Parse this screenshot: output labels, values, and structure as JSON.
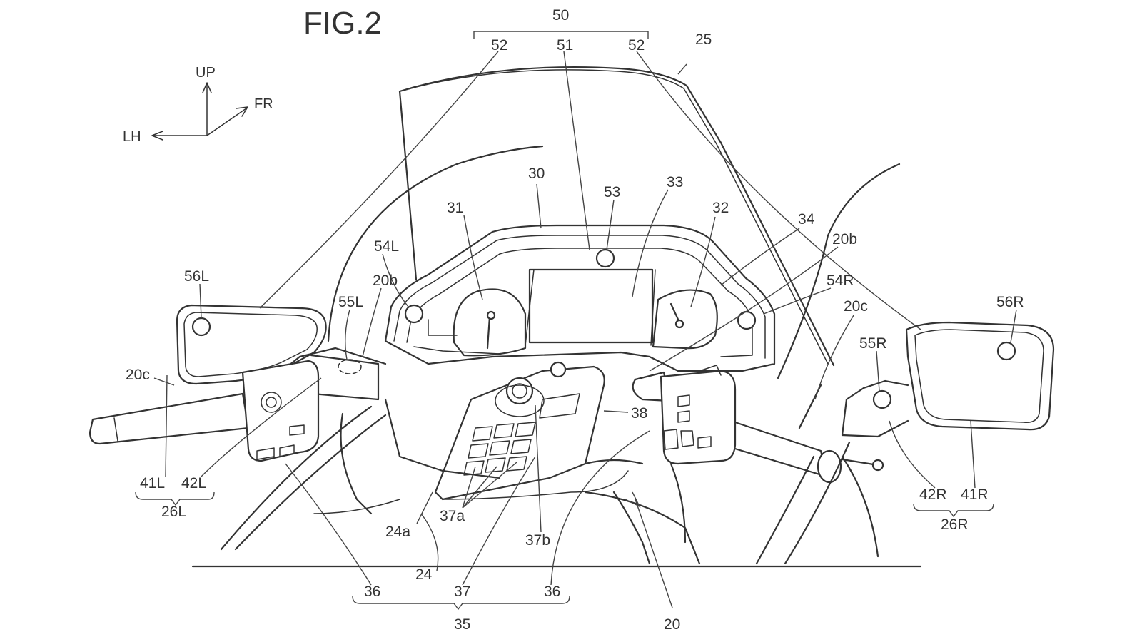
{
  "figure": {
    "title": "FIG.2"
  },
  "directions": {
    "up": "UP",
    "front": "FR",
    "left": "LH"
  },
  "labels": {
    "l50": "50",
    "l52a": "52",
    "l51": "51",
    "l52b": "52",
    "l25": "25",
    "l30": "30",
    "l53": "53",
    "l33": "33",
    "l31": "31",
    "l32": "32",
    "l34": "34",
    "l20b_r": "20b",
    "l54L": "54L",
    "l54R": "54R",
    "l56L": "56L",
    "l20b_l": "20b",
    "l55L": "55L",
    "l20c_r": "20c",
    "l55R": "55R",
    "l56R": "56R",
    "l20c_l": "20c",
    "l38": "38",
    "l41L": "41L",
    "l42L": "42L",
    "l26L": "26L",
    "l42R": "42R",
    "l41R": "41R",
    "l26R": "26R",
    "l24a": "24a",
    "l37a": "37a",
    "l37b": "37b",
    "l24": "24",
    "l36a": "36",
    "l37": "37",
    "l36b": "36",
    "l35": "35",
    "l20": "20"
  }
}
